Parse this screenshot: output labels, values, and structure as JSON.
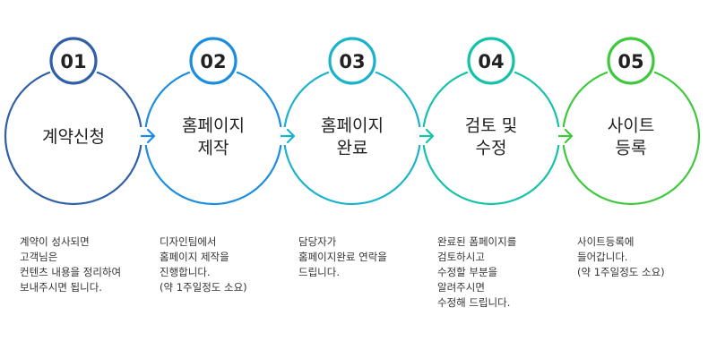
{
  "steps": [
    {
      "number": "01",
      "title": "계약신청",
      "color": "#2f5fa7",
      "description": "계약이 성사되면\n고객님은\n컨텐츠 내용을 정리하여\n보내주시면 됩니다."
    },
    {
      "number": "02",
      "title": "홈페이지\n제작",
      "color": "#1a8de0",
      "description": "디자인팀에서\n홈페이지 제작을\n진행합니다.\n(약 1주일정도 소요)"
    },
    {
      "number": "03",
      "title": "홈페이지\n완료",
      "color": "#1bb3cc",
      "description": "담당자가\n홈페이지완료 연락을\n드립니다."
    },
    {
      "number": "04",
      "title": "검토 및\n수정",
      "color": "#14c2a8",
      "description": "완료된 폼페이지를\n검토하시고\n수정할 부분을\n알려주시면\n수정해 드립니다."
    },
    {
      "number": "05",
      "title": "사이트\n등록",
      "color": "#3ec83c",
      "description": "사이트등록에\n들어갑니다.\n(약 1주일정도 소요)"
    }
  ],
  "arrow_color_icon": "chevron-right-icon"
}
